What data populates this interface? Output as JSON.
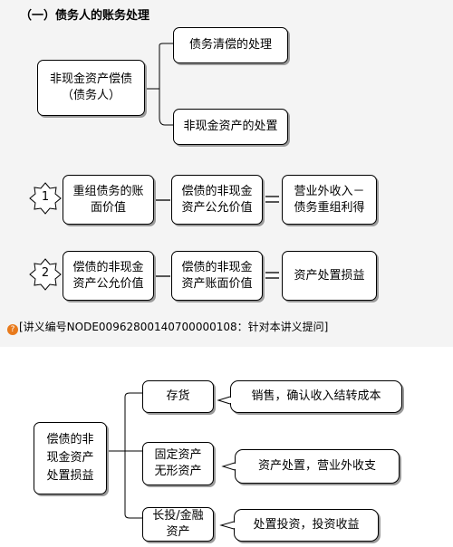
{
  "section1": {
    "heading": "（一）债务人的账务处理",
    "debtor_box": "非现金资产偿债\n（债务人）",
    "branch_top": "债务清偿的处理",
    "branch_bottom": "非现金资产的处置",
    "rows": [
      {
        "number": "1",
        "box_a": "重组债务的账\n面价值",
        "operator_1": "-",
        "box_b": "偿债的非现金\n资产公允价值",
        "operator_2": "=",
        "box_c": "营业外收入－\n债务重组利得"
      },
      {
        "number": "2",
        "box_a": "偿债的非现金\n资产公允价值",
        "operator_1": "-",
        "box_b": "偿债的非现金\n资产账面价值",
        "operator_2": "=",
        "box_c": "资产处置损益"
      }
    ],
    "note": "[讲义编号NODE00962800140700000108：针对本讲义提问]"
  },
  "section2": {
    "root": "偿债的非\n现金资产\n处置损益",
    "branches": [
      {
        "label": "存货",
        "result": "销售，确认收入结转成本"
      },
      {
        "label": "固定资产\n无形资产",
        "result": "资产处置，营业外收支"
      },
      {
        "label": "长投/金融\n资产",
        "result": "处置投资，投资收益"
      }
    ]
  },
  "colors": {
    "background_top": "#f4f4f4",
    "line": "#000000",
    "shadow": "#9a9a9a"
  }
}
